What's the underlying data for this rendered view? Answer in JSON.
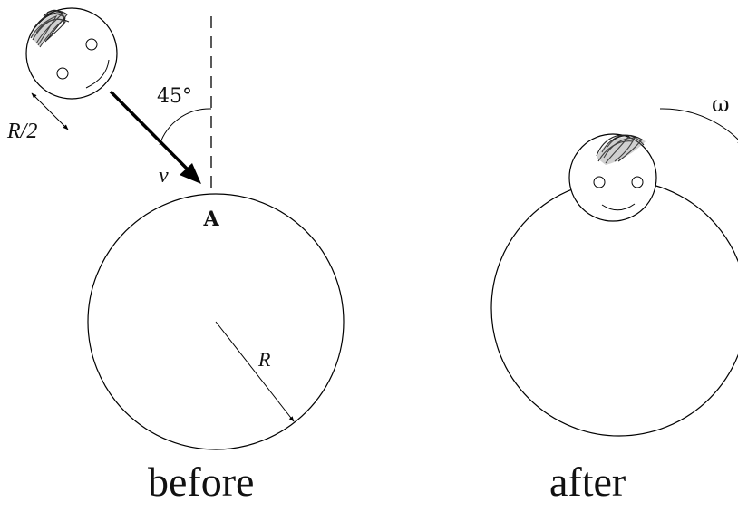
{
  "before": {
    "caption": "before",
    "angle_label": "45°",
    "velocity_label": "v",
    "point_label": "A",
    "head_size_label": "R/2",
    "radius_label": "R"
  },
  "after": {
    "caption": "after",
    "angular_velocity_label": "ω"
  },
  "icons": [
    "smiley-face-icon",
    "hair-scribble-icon"
  ]
}
